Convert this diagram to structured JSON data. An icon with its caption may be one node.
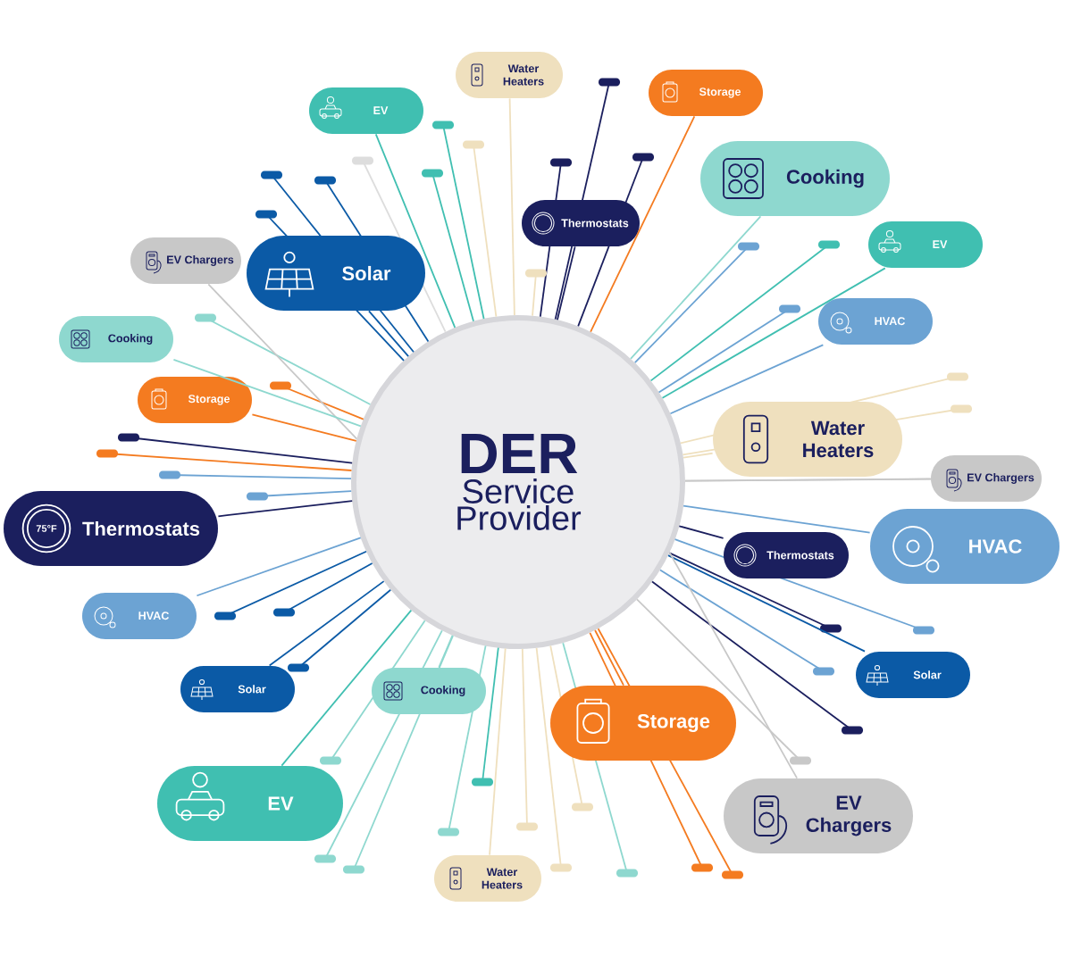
{
  "diagram": {
    "nodes": [
      {
        "text": [
          "DER",
          "Service Provider"
        ]
      },
      {
        "text": [
          "Water Heaters"
        ]
      },
      {
        "text": [
          "Storage"
        ]
      },
      {
        "text": [
          "EV"
        ]
      },
      {
        "text": [
          "Cooking"
        ]
      },
      {
        "text": [
          "Thermostats"
        ]
      },
      {
        "text": [
          "EV"
        ]
      },
      {
        "text": [
          "EV Chargers"
        ]
      },
      {
        "text": [
          "Solar"
        ]
      },
      {
        "text": [
          "HVAC"
        ]
      },
      {
        "text": [
          "Cooking"
        ]
      },
      {
        "text": [
          "Storage"
        ]
      },
      {
        "text": [
          "Water Heaters"
        ]
      },
      {
        "text": [
          "EV Chargers"
        ]
      },
      {
        "text": [
          "Thermostats"
        ]
      },
      {
        "text": [
          "HVAC"
        ]
      },
      {
        "text": [
          "Thermostats"
        ]
      },
      {
        "text": [
          "HVAC"
        ]
      },
      {
        "text": [
          "Solar"
        ]
      },
      {
        "text": [
          "Solar"
        ]
      },
      {
        "text": [
          "Cooking"
        ]
      },
      {
        "text": [
          "Storage"
        ]
      },
      {
        "text": [
          "EV"
        ]
      },
      {
        "text": [
          "EV Chargers"
        ]
      },
      {
        "text": [
          "Water Heaters"
        ]
      }
    ],
    "edges": [
      {
        "from": 0,
        "to": 1,
        "arrow": "none",
        "color": "#efe0be"
      },
      {
        "from": 0,
        "to": 2,
        "arrow": "none",
        "color": "#f47b20"
      },
      {
        "from": 0,
        "to": 3,
        "arrow": "none",
        "color": "#40bfb1"
      },
      {
        "from": 0,
        "to": 4,
        "arrow": "none",
        "color": "#8ed8cf"
      },
      {
        "from": 0,
        "to": 5,
        "arrow": "none",
        "color": "#1b1f5e"
      },
      {
        "from": 0,
        "to": 6,
        "arrow": "none",
        "color": "#40bfb1"
      },
      {
        "from": 0,
        "to": 7,
        "arrow": "none",
        "color": "#c8c8c8"
      },
      {
        "from": 0,
        "to": 8,
        "arrow": "none",
        "color": "#0b5aa6"
      },
      {
        "from": 0,
        "to": 9,
        "arrow": "none",
        "color": "#6ca3d3"
      },
      {
        "from": 0,
        "to": 10,
        "arrow": "none",
        "color": "#8ed8cf"
      },
      {
        "from": 0,
        "to": 11,
        "arrow": "none",
        "color": "#f47b20"
      },
      {
        "from": 0,
        "to": 12,
        "arrow": "none",
        "color": "#efe0be"
      },
      {
        "from": 0,
        "to": 13,
        "arrow": "none",
        "color": "#c8c8c8"
      },
      {
        "from": 0,
        "to": 14,
        "arrow": "none",
        "color": "#1b1f5e"
      },
      {
        "from": 0,
        "to": 15,
        "arrow": "none",
        "color": "#6ca3d3"
      },
      {
        "from": 0,
        "to": 16,
        "arrow": "none",
        "color": "#1b1f5e"
      },
      {
        "from": 0,
        "to": 17,
        "arrow": "none",
        "color": "#6ca3d3"
      },
      {
        "from": 0,
        "to": 18,
        "arrow": "none",
        "color": "#0b5aa6"
      },
      {
        "from": 0,
        "to": 19,
        "arrow": "none",
        "color": "#0b5aa6"
      },
      {
        "from": 0,
        "to": 20,
        "arrow": "none",
        "color": "#8ed8cf"
      },
      {
        "from": 0,
        "to": 21,
        "arrow": "none",
        "color": "#f47b20"
      },
      {
        "from": 0,
        "to": 22,
        "arrow": "none",
        "color": "#40bfb1"
      },
      {
        "from": 0,
        "to": 23,
        "arrow": "none",
        "color": "#c8c8c8"
      },
      {
        "from": 0,
        "to": 24,
        "arrow": "none",
        "color": "#efe0be"
      }
    ],
    "labels": [
      "75°F"
    ]
  }
}
